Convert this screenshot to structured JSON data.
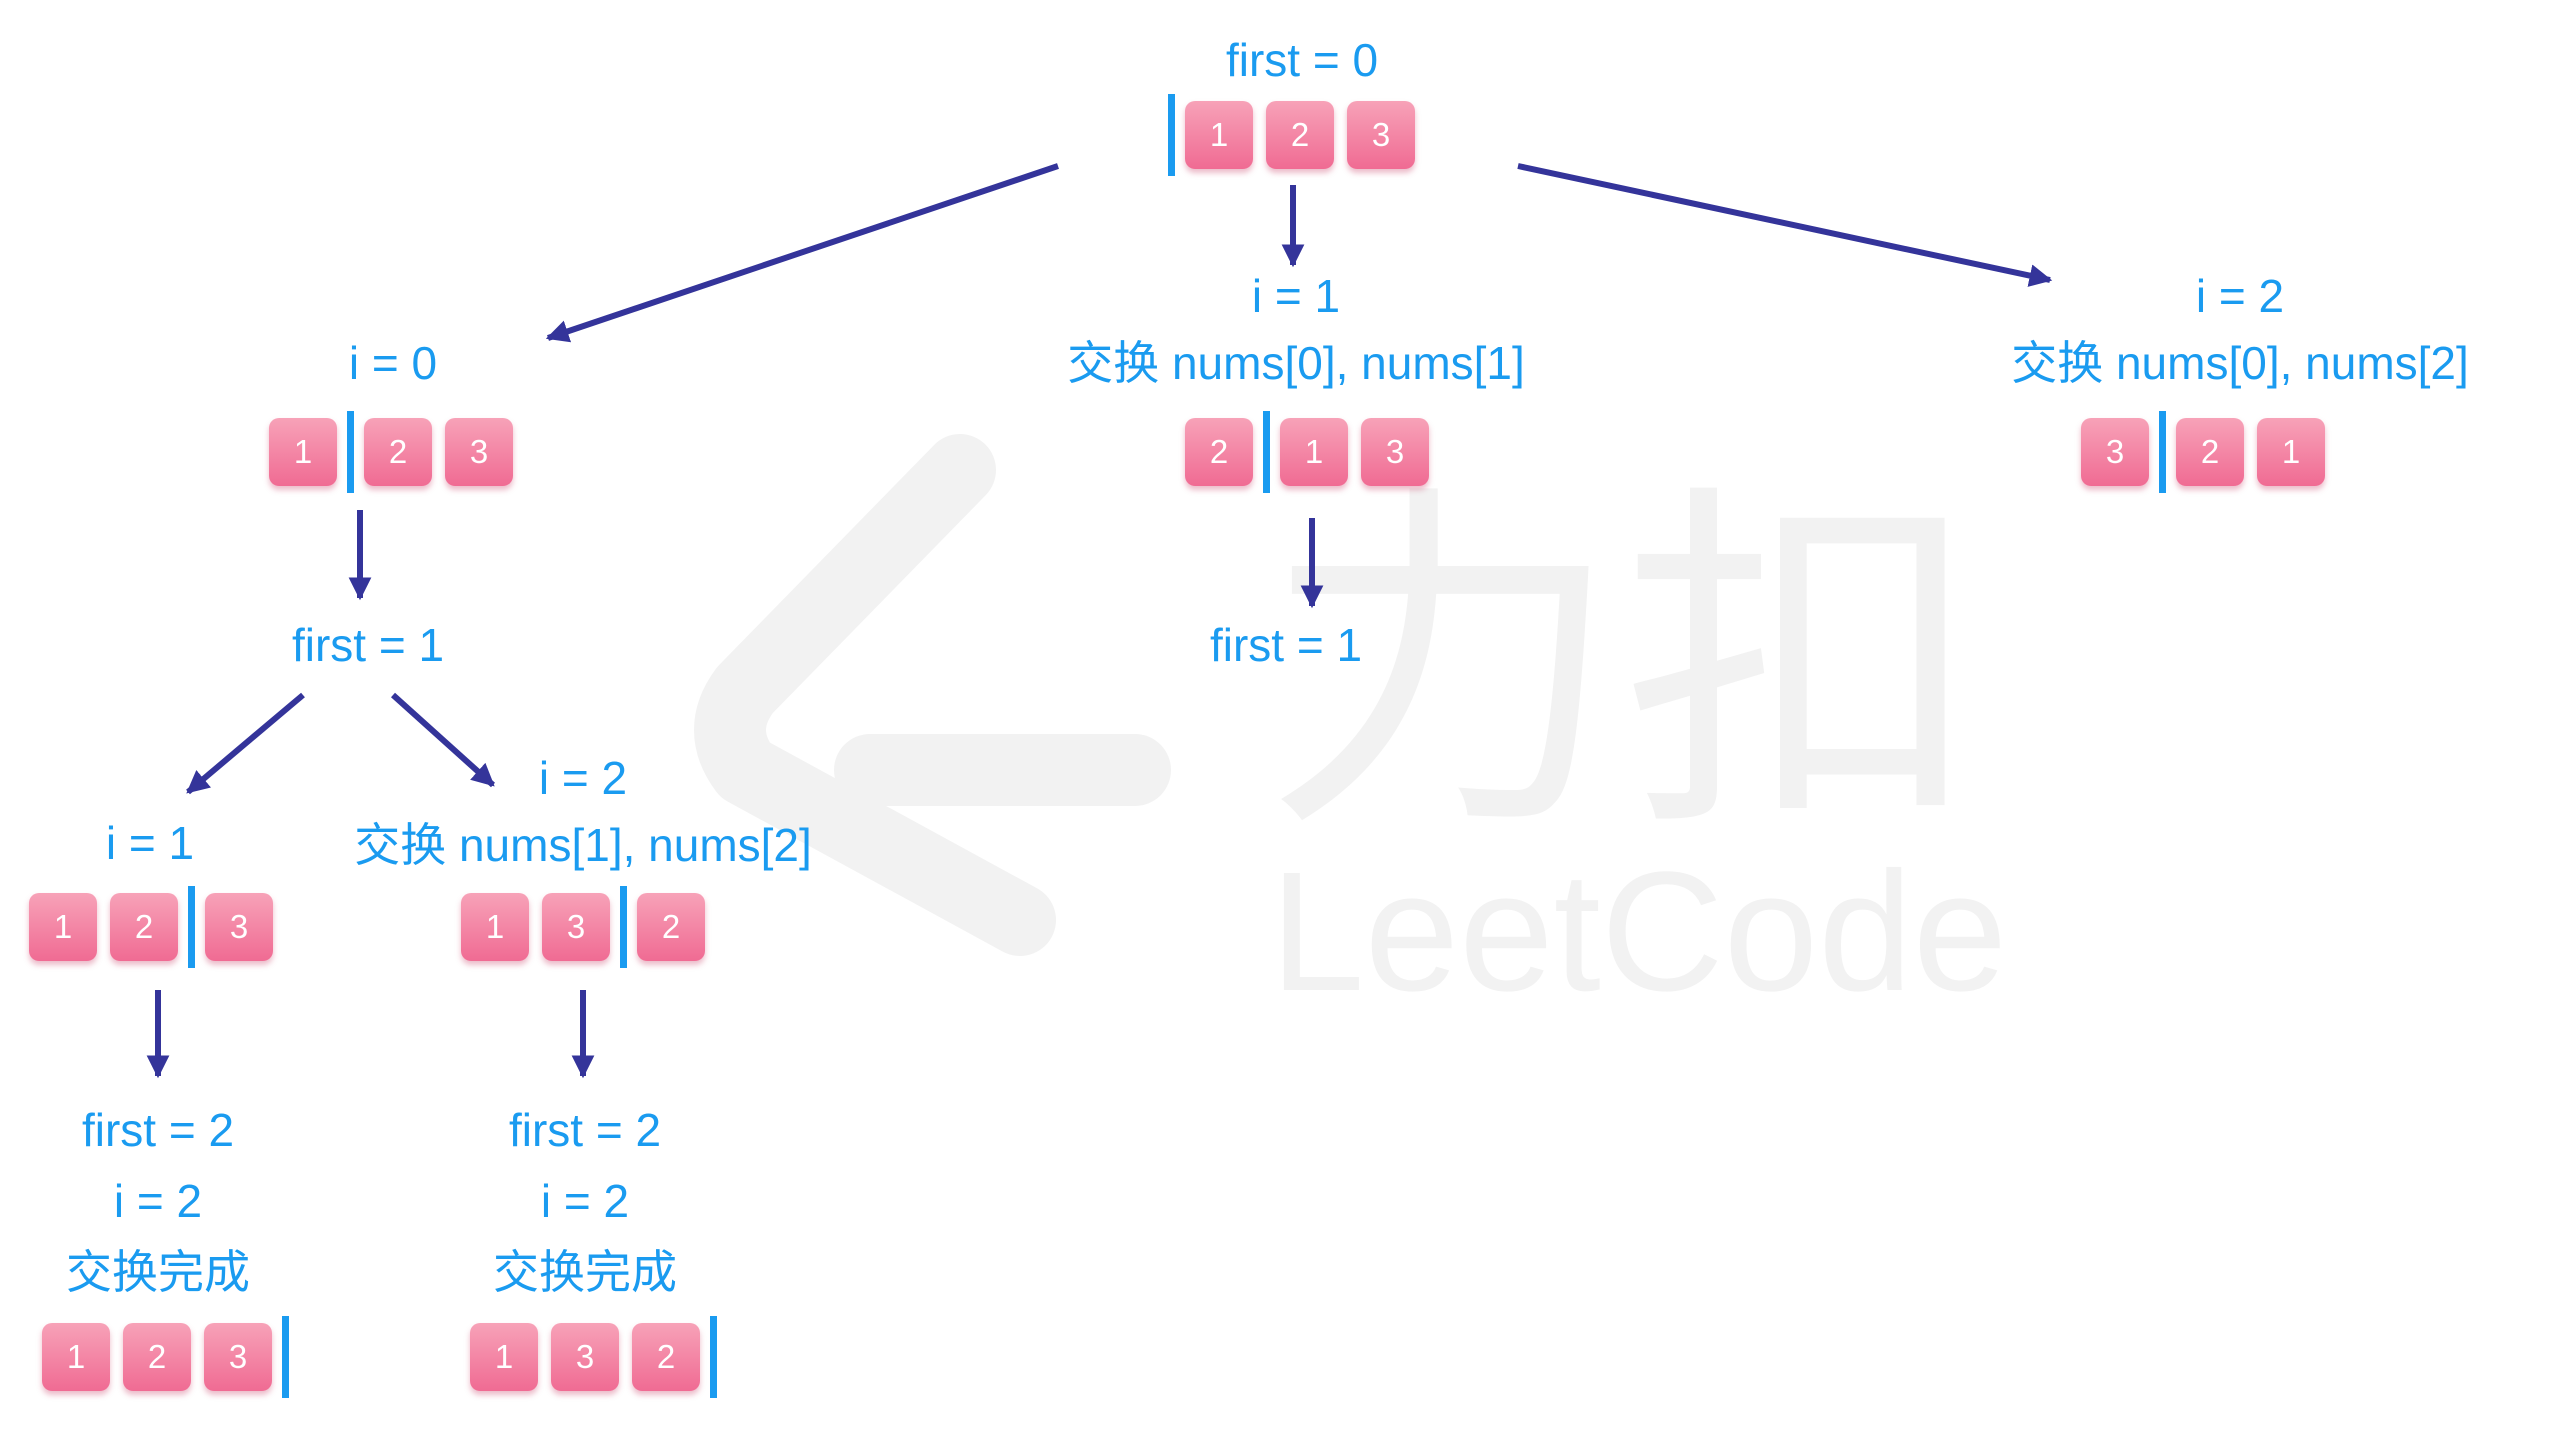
{
  "colors": {
    "label": "#1a9bf0",
    "arrow": "#34349a",
    "cell_top": "#f7a2b8",
    "cell_bottom": "#f06b93",
    "watermark": "#f2f2f2"
  },
  "watermark": {
    "logo": "leetcode-logo-icon",
    "cn": "力扣",
    "en": "LeetCode"
  },
  "nodes": [
    {
      "id": "root",
      "lines": [
        "first = 0"
      ],
      "cells": [
        "1",
        "2",
        "3"
      ],
      "bar_after": 0
    },
    {
      "id": "i0",
      "lines": [
        "i = 0"
      ],
      "cells": [
        "1",
        "2",
        "3"
      ],
      "bar_after": 1
    },
    {
      "id": "i1-top",
      "lines": [
        "i = 1",
        "交换 nums[0], nums[1]"
      ],
      "cells": [
        "2",
        "1",
        "3"
      ],
      "bar_after": 1
    },
    {
      "id": "i2-top",
      "lines": [
        "i = 2",
        "交换 nums[0], nums[2]"
      ],
      "cells": [
        "3",
        "2",
        "1"
      ],
      "bar_after": 1
    },
    {
      "id": "first1-left",
      "lines": [
        "first = 1"
      ],
      "cells": [],
      "bar_after": null
    },
    {
      "id": "first1-mid",
      "lines": [
        "first = 1"
      ],
      "cells": [],
      "bar_after": null
    },
    {
      "id": "i1-left",
      "lines": [
        "i = 1"
      ],
      "cells": [
        "1",
        "2",
        "3"
      ],
      "bar_after": 2
    },
    {
      "id": "i2-left",
      "lines": [
        "i = 2",
        "交换 nums[1], nums[2]"
      ],
      "cells": [
        "1",
        "3",
        "2"
      ],
      "bar_after": 2
    },
    {
      "id": "done-left",
      "lines": [
        "first = 2",
        "i = 2",
        "交换完成"
      ],
      "cells": [
        "1",
        "2",
        "3"
      ],
      "bar_after": 3
    },
    {
      "id": "done-mid",
      "lines": [
        "first = 2",
        "i = 2",
        "交换完成"
      ],
      "cells": [
        "1",
        "3",
        "2"
      ],
      "bar_after": 3
    }
  ],
  "edges": [
    {
      "from": "root",
      "to": "i0"
    },
    {
      "from": "root",
      "to": "i1-top"
    },
    {
      "from": "root",
      "to": "i2-top"
    },
    {
      "from": "i0",
      "to": "first1-left"
    },
    {
      "from": "i1-top",
      "to": "first1-mid"
    },
    {
      "from": "first1-left",
      "to": "i1-left"
    },
    {
      "from": "first1-left",
      "to": "i2-left"
    },
    {
      "from": "i1-left",
      "to": "done-left"
    },
    {
      "from": "i2-left",
      "to": "done-mid"
    }
  ]
}
